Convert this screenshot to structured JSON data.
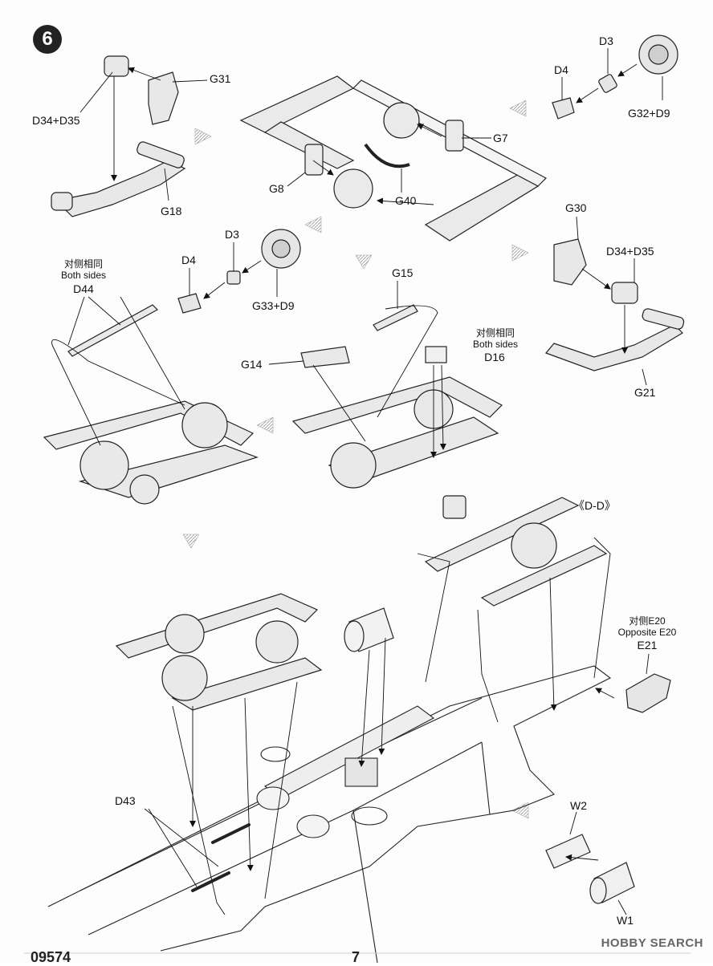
{
  "step": {
    "number": "6"
  },
  "labels": {
    "d34_d35_a": "D34+D35",
    "g31": "G31",
    "g18": "G18",
    "g8": "G8",
    "g40": "G40",
    "g7": "G7",
    "d4_a": "D4",
    "d3_a": "D3",
    "g32_d9": "G32+D9",
    "d3_b": "D3",
    "d4_b": "D4",
    "g33_d9": "G33+D9",
    "g15": "G15",
    "g14": "G14",
    "g30": "G30",
    "d34_d35_b": "D34+D35",
    "g21": "G21",
    "d44_cn": "对侧相同",
    "d44_en": "Both sides",
    "d44": "D44",
    "d16_cn": "对侧相同",
    "d16_en": "Both sides",
    "d16": "D16",
    "dd_view": "《D-D》",
    "e21_cn": "对侧E20",
    "e21_en": "Opposite E20",
    "e21": "E21",
    "d43": "D43",
    "w2": "W2",
    "w1": "W1"
  },
  "footer": {
    "product_code": "09574",
    "page": "7",
    "watermark": "HOBBY SEARCH"
  }
}
